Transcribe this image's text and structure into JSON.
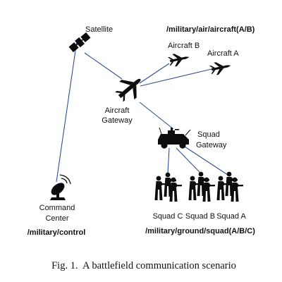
{
  "nodes": {
    "satellite": {
      "label": "Satellite"
    },
    "aircraft_gateway": {
      "label_line1": "Aircraft",
      "label_line2": "Gateway"
    },
    "aircraft_a": {
      "label": "Aircraft A"
    },
    "aircraft_b": {
      "label": "Aircraft B"
    },
    "squad_gateway": {
      "label_line1": "Squad",
      "label_line2": "Gateway"
    },
    "command_center": {
      "label_line1": "Command",
      "label_line2": "Center"
    },
    "squad_a": {
      "label": "Squad A"
    },
    "squad_b": {
      "label": "Squad B"
    },
    "squad_c": {
      "label": "Squad C"
    }
  },
  "topics": {
    "air": "/military/air/aircraft(A/B)",
    "ground": "/military/ground/squad(A/B/C)",
    "control": "/military/control"
  },
  "caption": "Fig. 1.  A battlefield communication scenario",
  "colors": {
    "link": "#2f4f8f",
    "icons": "#0d0d0d"
  },
  "icons": [
    "satellite-icon",
    "airplane-icon",
    "fighter-jet-icon",
    "military-vehicle-icon",
    "satellite-dish-icon",
    "soldier-icon"
  ]
}
